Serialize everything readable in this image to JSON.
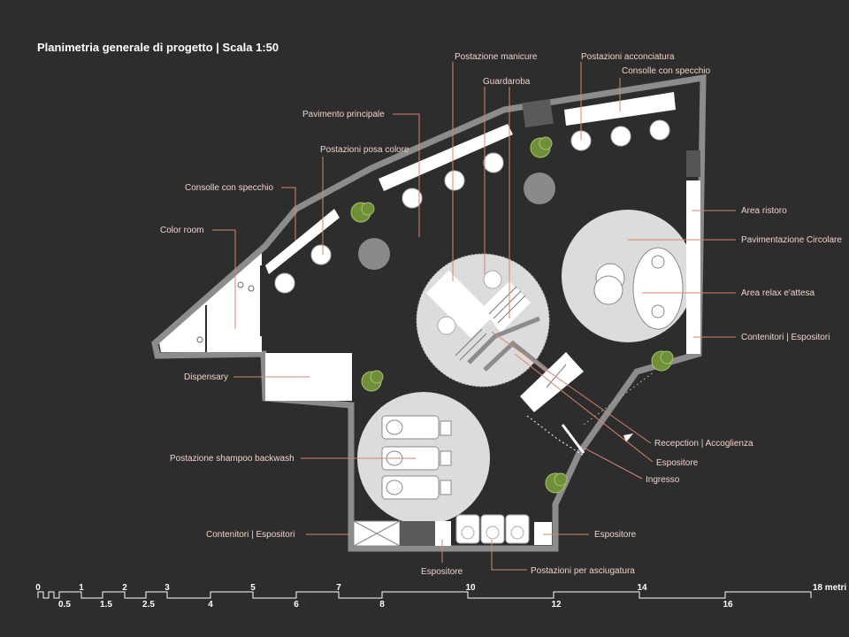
{
  "title": "Planimetria generale di progetto | Scala 1:50",
  "labels": {
    "manicure": "Postazione manicure",
    "acconciatura": "Postazioni acconciatura",
    "consolle_top": "Consolle con specchio",
    "guardaroba": "Guardaroba",
    "pavimento": "Pavimento principale",
    "posa_colore": "Postazioni posa colore",
    "consolle_left": "Consolle con specchio",
    "color_room": "Color room",
    "area_ristoro": "Area ristoro",
    "pavimentazione": "Pavimentazione Circolare",
    "area_relax": "Area relax e'attesa",
    "contenitori_right": "Contenitori | Espositori",
    "dispensary": "Dispensary",
    "reception": "Recepction | Accoglienza",
    "espositore_mid": "Espositore",
    "ingresso": "Ingresso",
    "shampoo": "Postazione shampoo backwash",
    "contenitori_bottom": "Contenitori | Espositori",
    "espositore_right": "Espositore",
    "espositore_bottom": "Espositore",
    "asciugatura": "Postazioni per asciugatura"
  },
  "scale_bar": {
    "unit_label": "18 metri",
    "top_ticks": [
      "0",
      "1",
      "2",
      "3",
      "5",
      "7",
      "10",
      "14"
    ],
    "bottom_ticks": [
      "0.5",
      "1.5",
      "2.5",
      "4",
      "6",
      "8",
      "12",
      "16"
    ]
  },
  "colors": {
    "background": "#2d2d2d",
    "wall": "#8a8a8a",
    "circle_floor": "#dcdcdc",
    "leader": "#d98570",
    "label": "#f1d2c8",
    "plant": "#6f8f3a"
  }
}
